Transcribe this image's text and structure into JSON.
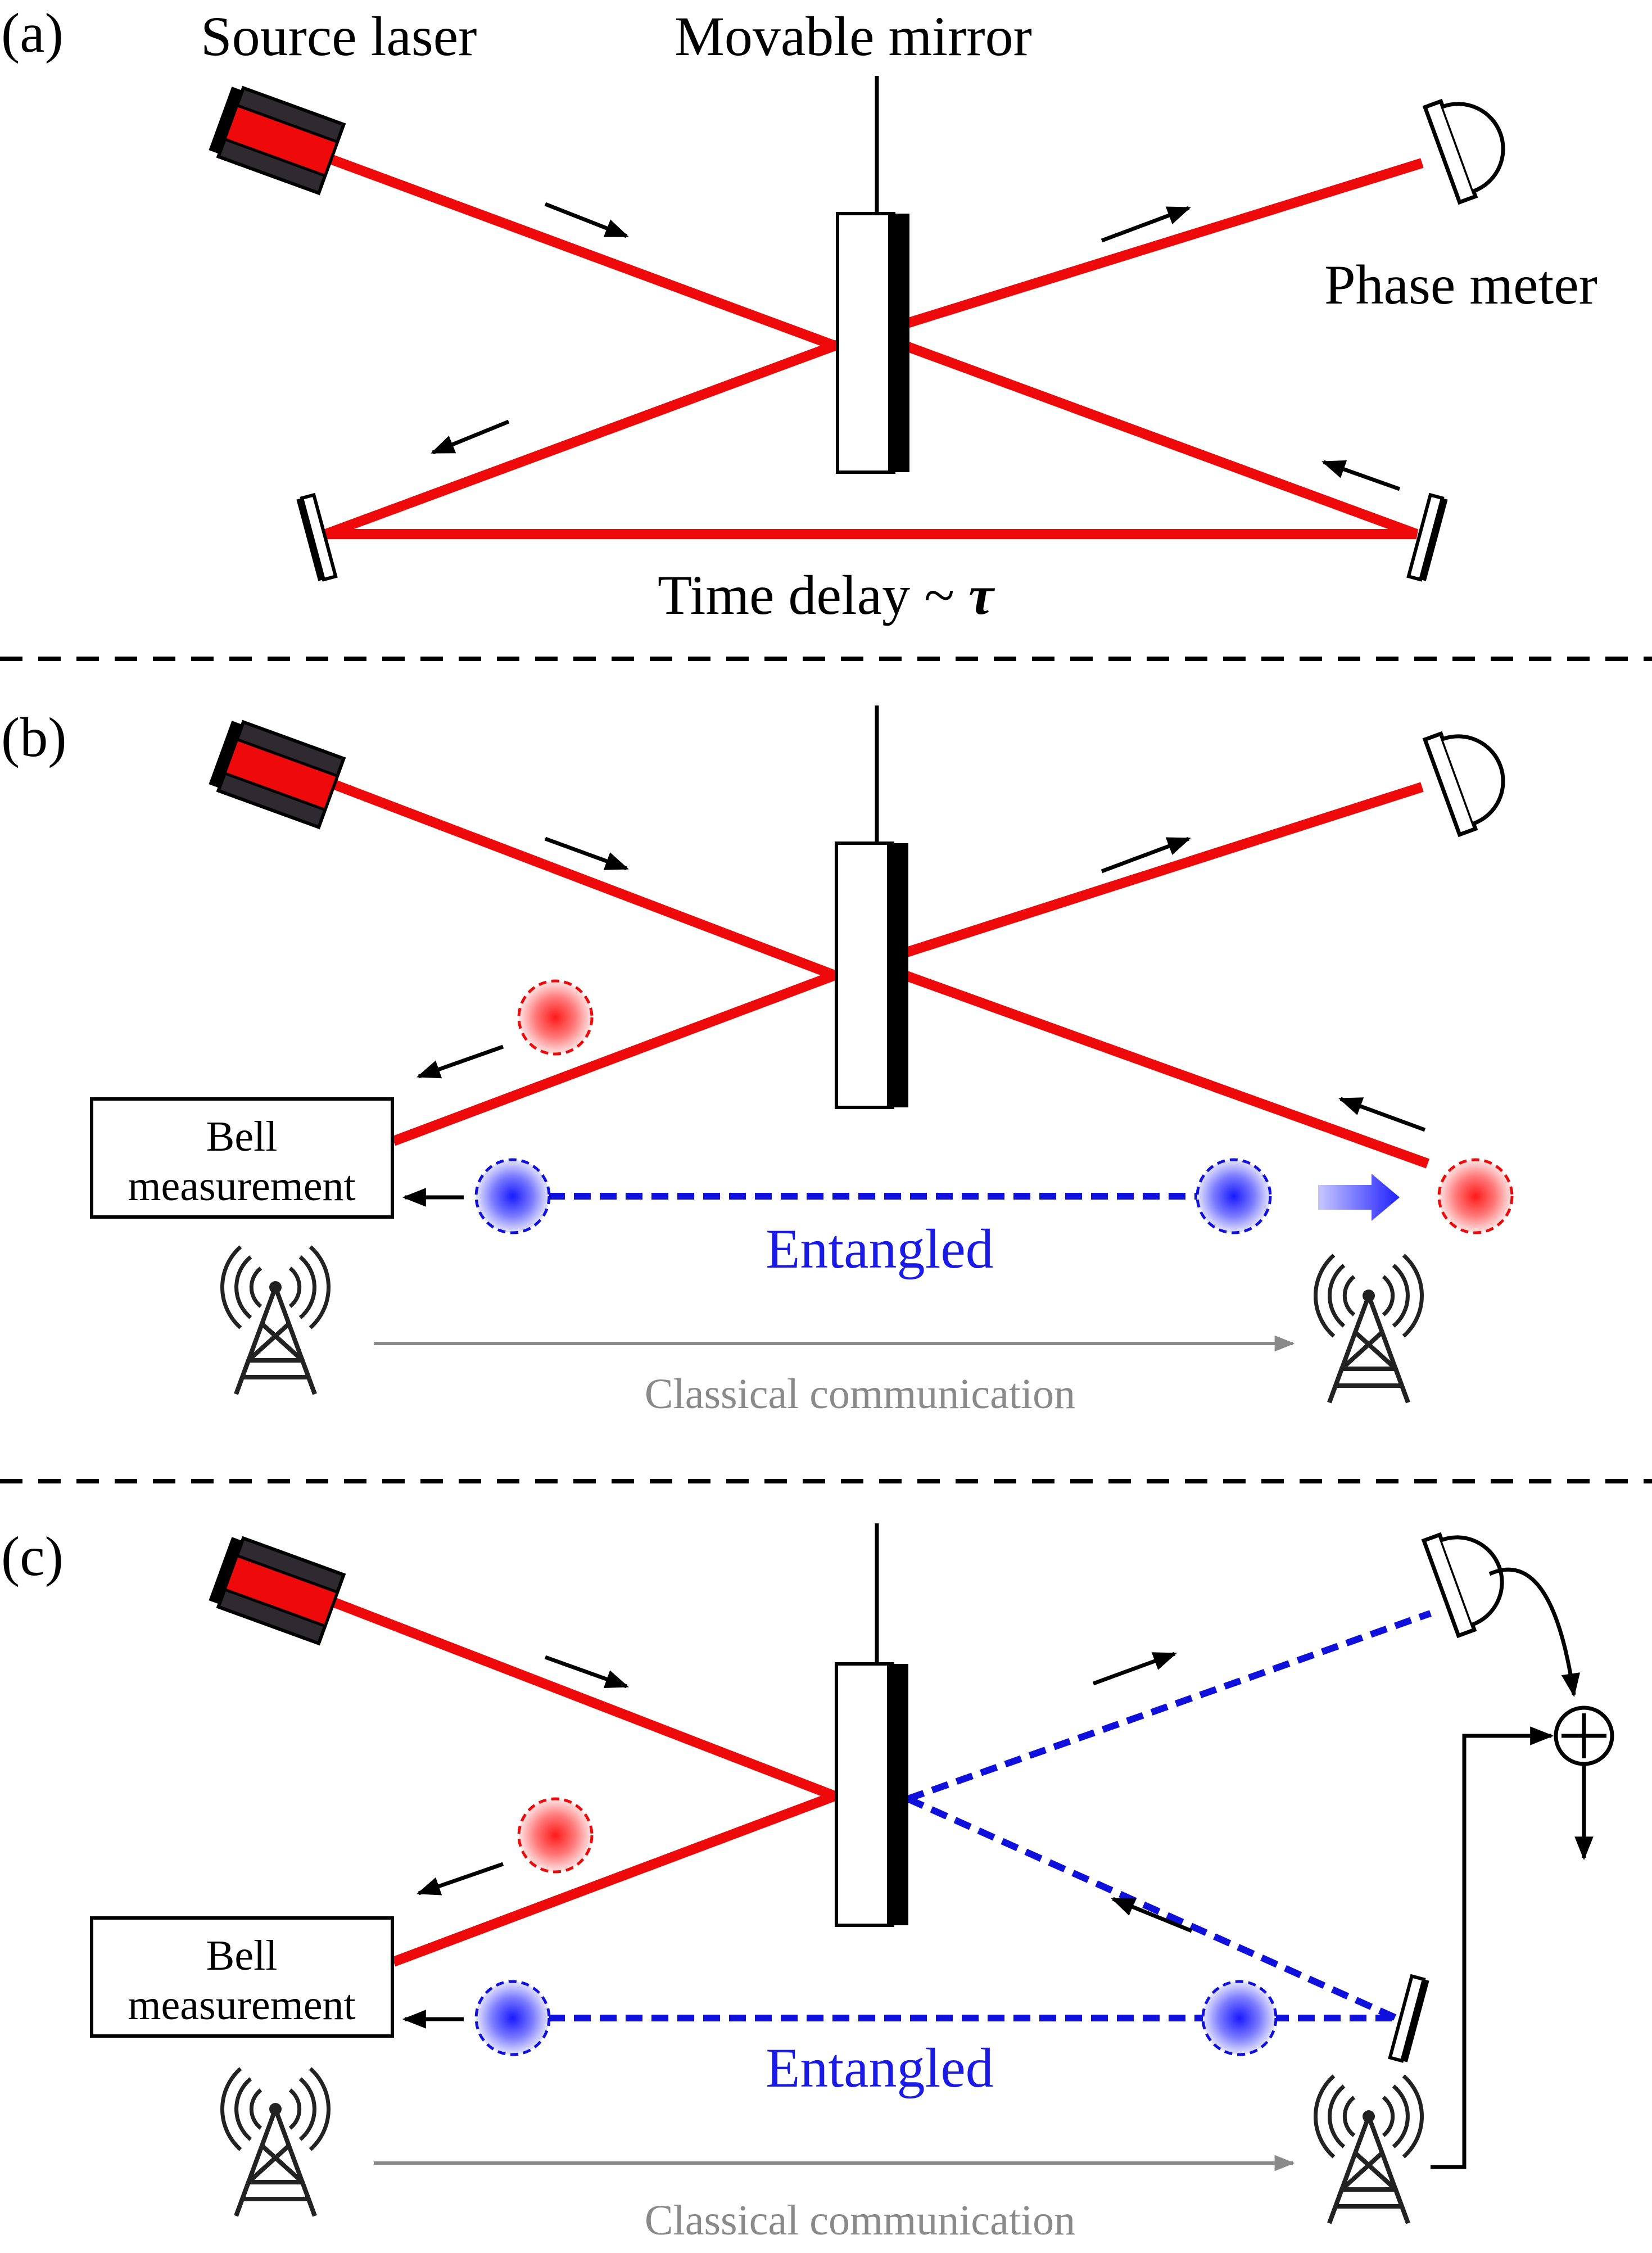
{
  "panels": [
    {
      "tag": "(a)",
      "labels": {
        "source": "Source laser",
        "mirror": "Movable mirror",
        "meter": "Phase meter",
        "delay": "Time delay ~ ",
        "tau": "τ"
      }
    },
    {
      "tag": "(b)",
      "labels": {
        "bell_1": "Bell",
        "bell_2": "measurement",
        "entangled": "Entangled",
        "comm": "Classical communication"
      }
    },
    {
      "tag": "(c)",
      "labels": {
        "bell_1": "Bell",
        "bell_2": "measurement",
        "entangled": "Entangled",
        "comm": "Classical communication",
        "sum": "+"
      }
    }
  ],
  "colors": {
    "beam": "#ee0a0a",
    "entangled": "#1a1ae6",
    "classical": "#8a8a8a",
    "laser_body": "#2e2a30"
  },
  "icons": [
    "laser-icon",
    "mirror-icon",
    "photodetector-icon",
    "antenna-tower-icon",
    "photon-icon",
    "summing-junction-icon"
  ]
}
